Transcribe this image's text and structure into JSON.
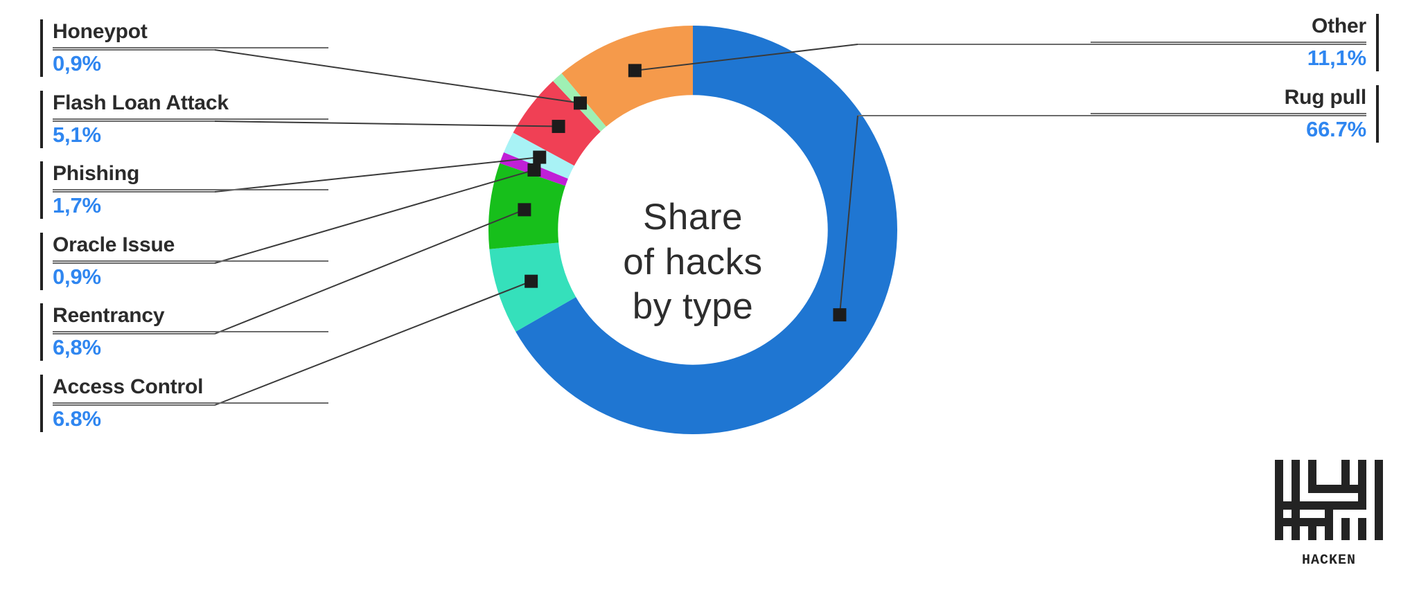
{
  "center_caption": {
    "line1": "Share",
    "line2": "of hacks",
    "line3": "by type"
  },
  "brand": {
    "name": "HACKEN",
    "mark_name": "hacken-logo-mark"
  },
  "colors": {
    "value_blue": "#2f86f0",
    "label_dark": "#2b2b2b",
    "rule_gray": "#6b6b6b",
    "leader_line": "#3a3a3a",
    "marker": "#1c1c1c",
    "background": "#ffffff"
  },
  "chart_data": {
    "type": "pie",
    "title": "Share of hacks by type",
    "subtitle": "",
    "xlabel": "",
    "ylabel": "",
    "units": "%",
    "donut": true,
    "inner_radius_ratio": 0.66,
    "start_angle_deg": 0,
    "direction": "clockwise",
    "legend": "callout-labels",
    "grid": false,
    "categories": [
      "Rug pull",
      "Access Control",
      "Reentrancy",
      "Oracle Issue",
      "Phishing",
      "Flash Loan Attack",
      "Honeypot",
      "Other"
    ],
    "values": [
      66.7,
      6.8,
      6.8,
      0.9,
      1.7,
      5.1,
      0.9,
      11.1
    ],
    "labels": [
      "66.7%",
      "6.8%",
      "6,8%",
      "0,9%",
      "1,7%",
      "5,1%",
      "0,9%",
      "11,1%"
    ],
    "slice_colors": [
      "#1f76d2",
      "#35e0bb",
      "#17bf1b",
      "#c01fd6",
      "#a8f2f5",
      "#f04055",
      "#9ff0b4",
      "#f59a4b"
    ],
    "slices": [
      {
        "name": "Rug pull",
        "value": 66.7,
        "label": "66.7%",
        "color": "#1f76d2"
      },
      {
        "name": "Access Control",
        "value": 6.8,
        "label": "6.8%",
        "color": "#35e0bb"
      },
      {
        "name": "Reentrancy",
        "value": 6.8,
        "label": "6,8%",
        "color": "#17bf1b"
      },
      {
        "name": "Oracle Issue",
        "value": 0.9,
        "label": "0,9%",
        "color": "#c01fd6"
      },
      {
        "name": "Phishing",
        "value": 1.7,
        "label": "1,7%",
        "color": "#a8f2f5"
      },
      {
        "name": "Flash Loan Attack",
        "value": 5.1,
        "label": "5,1%",
        "color": "#f04055"
      },
      {
        "name": "Honeypot",
        "value": 0.9,
        "label": "0,9%",
        "color": "#9ff0b4"
      },
      {
        "name": "Other",
        "value": 11.1,
        "label": "11,1%",
        "color": "#f59a4b"
      }
    ]
  },
  "callouts": {
    "left": [
      {
        "name": "Honeypot",
        "value": "0,9%"
      },
      {
        "name": "Flash Loan Attack",
        "value": "5,1%"
      },
      {
        "name": "Phishing",
        "value": "1,7%"
      },
      {
        "name": "Oracle Issue",
        "value": "0,9%"
      },
      {
        "name": "Reentrancy",
        "value": "6,8%"
      },
      {
        "name": "Access Control",
        "value": "6.8%"
      }
    ],
    "right": [
      {
        "name": "Other",
        "value": "11,1%"
      },
      {
        "name": "Rug pull",
        "value": "66.7%"
      }
    ]
  }
}
